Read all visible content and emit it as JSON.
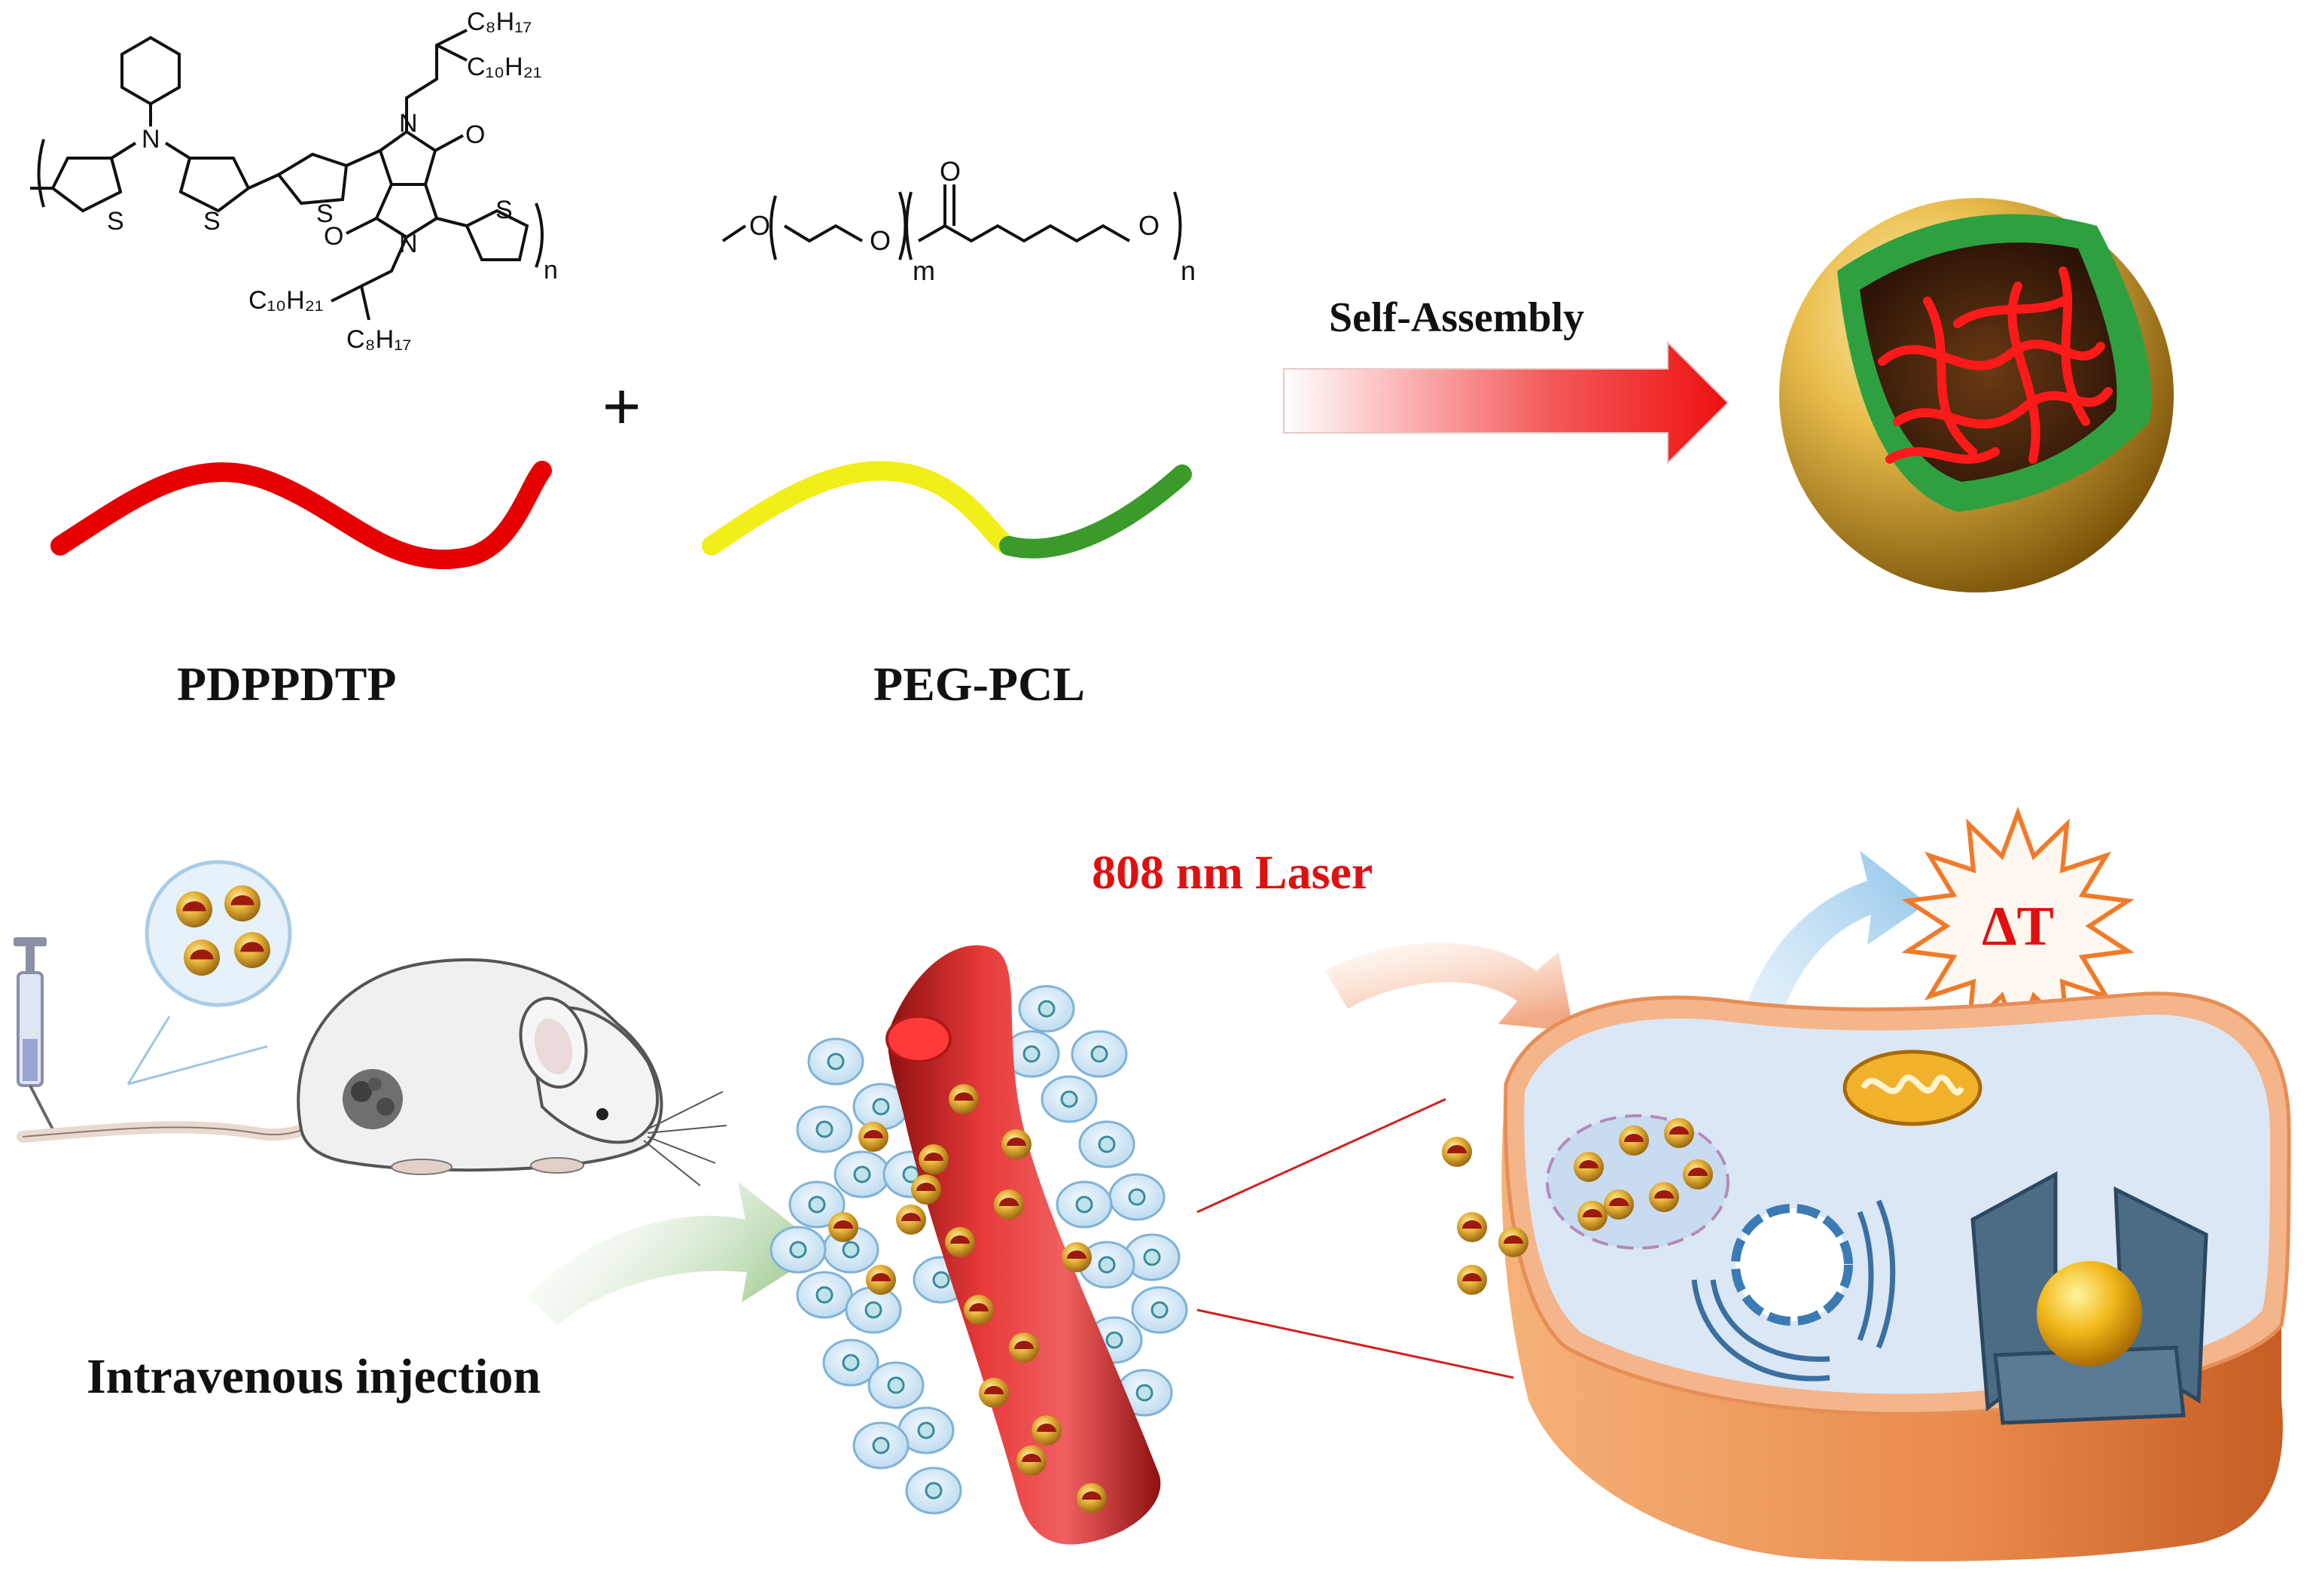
{
  "labels": {
    "polymer1": "PDPPDTP",
    "polymer2": "PEG-PCL",
    "plus": "+",
    "process": "Self-Assembly",
    "laser": "808 nm Laser",
    "heat": "ΔT",
    "injection": "Intravenous injection"
  },
  "chem": {
    "s1": "S",
    "s2": "S",
    "s3": "S",
    "s4": "S",
    "n_top": "N",
    "n_pyr1": "N",
    "n_pyr2": "N",
    "o1": "O",
    "o2": "O",
    "c8_top": "C₈H₁₇",
    "c10_top": "C₁₀H₂₁",
    "c10_bot": "C₁₀H₂₁",
    "c8_bot": "C₈H₁₇",
    "n_sub1": "n",
    "peg_o1": "O",
    "peg_o2": "O",
    "peg_o3": "O",
    "peg_co": "O",
    "m_sub": "m",
    "n_sub2": "n"
  },
  "colors": {
    "pdppdtp_chain": "#e60000",
    "peg_block": "#f2ee1a",
    "pcl_block": "#3a9a2a",
    "laser_text": "#e01010",
    "heat_star": "#f07a2a",
    "nanoparticle_shell": "#e8b53c",
    "nanoparticle_core": "#9c1a10",
    "cell_membrane": "#f2a26a",
    "cytoplasm": "#dbe7f5",
    "vessel": "#d8282a"
  }
}
